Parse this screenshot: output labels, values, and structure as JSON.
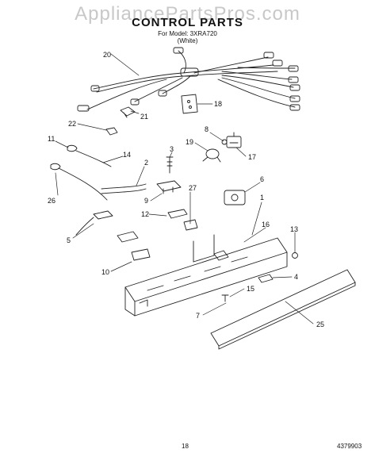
{
  "header": {
    "watermark": "AppliancePartsPros.com",
    "title": "CONTROL PARTS",
    "model": "For Model: 3XRA720",
    "variant": "(White)"
  },
  "footer": {
    "page_number": "18",
    "doc_number": "4379903"
  },
  "callouts": [
    "20",
    "21",
    "18",
    "22",
    "8",
    "19",
    "17",
    "11",
    "3",
    "14",
    "2",
    "26",
    "9",
    "27",
    "6",
    "1",
    "12",
    "16",
    "5",
    "13",
    "10",
    "4",
    "15",
    "7",
    "25"
  ]
}
